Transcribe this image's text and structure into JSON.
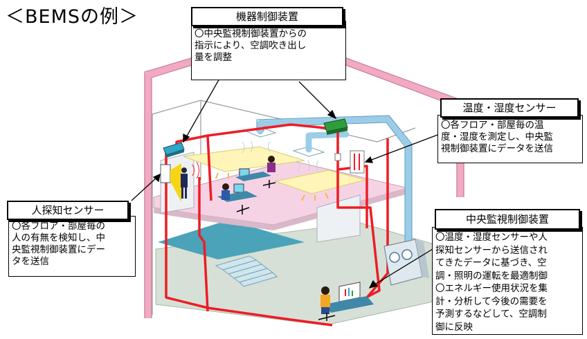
{
  "title": "＜BEMSの例＞",
  "callouts": {
    "device_control": {
      "heading": "機器制御装置",
      "lines": [
        "〇中央監視制御装置からの",
        "指示により、空調吹き出し",
        "量を調整"
      ]
    },
    "temp_humidity": {
      "heading": "温度・湿度センサー",
      "lines": [
        "〇各フロア・部屋毎の温",
        "度・湿度を測定し、中央監",
        "視制御装置にデータを送信"
      ]
    },
    "human_sensor": {
      "heading": "人探知センサー",
      "lines": [
        "〇各フロア・部屋毎の",
        "人の有無を検知し、中",
        "央監視制御装置にデー",
        "タを送信"
      ]
    },
    "central_control": {
      "heading": "中央監視制御装置",
      "lines": [
        "〇温度・湿度センサーや人",
        "探知センサーから送信され",
        "てきたデータに基づき、空",
        "調・照明の運転を最適制御",
        "〇エネルギー使用状況を集",
        "計・分析して今後の需要を",
        "予測するなどして、空調制",
        "御に反映"
      ]
    }
  },
  "colors": {
    "wall_frame": "#f3a9c4",
    "duct": "#9ccde8",
    "wiring": "#ee1c24",
    "floor_pink": "#f6d3e4",
    "floor_teal": "#4aa3b8",
    "floor_gray": "#d6e0d6",
    "light_panel": "#fff5b8",
    "device_green": "#2e9e3c",
    "device_cyan": "#2fa6c8"
  }
}
